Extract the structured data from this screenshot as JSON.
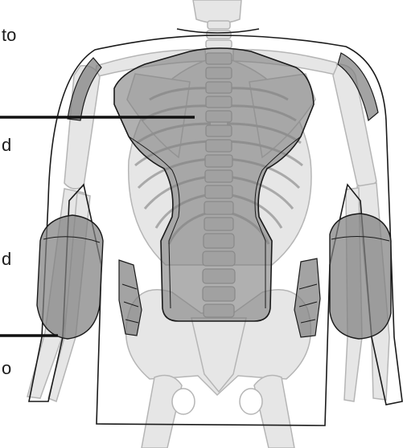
{
  "labels": {
    "top": "to",
    "upper_mid": "d",
    "lower_mid": "d",
    "bottom": "o"
  },
  "colors": {
    "skeleton_fill": "#e6e6e6",
    "skeleton_stroke": "#b5b5b5",
    "pad_fill": "#7f7f7f",
    "pad_opacity": "0.72",
    "outline": "#1a1a1a",
    "callout_line": "#111111"
  }
}
